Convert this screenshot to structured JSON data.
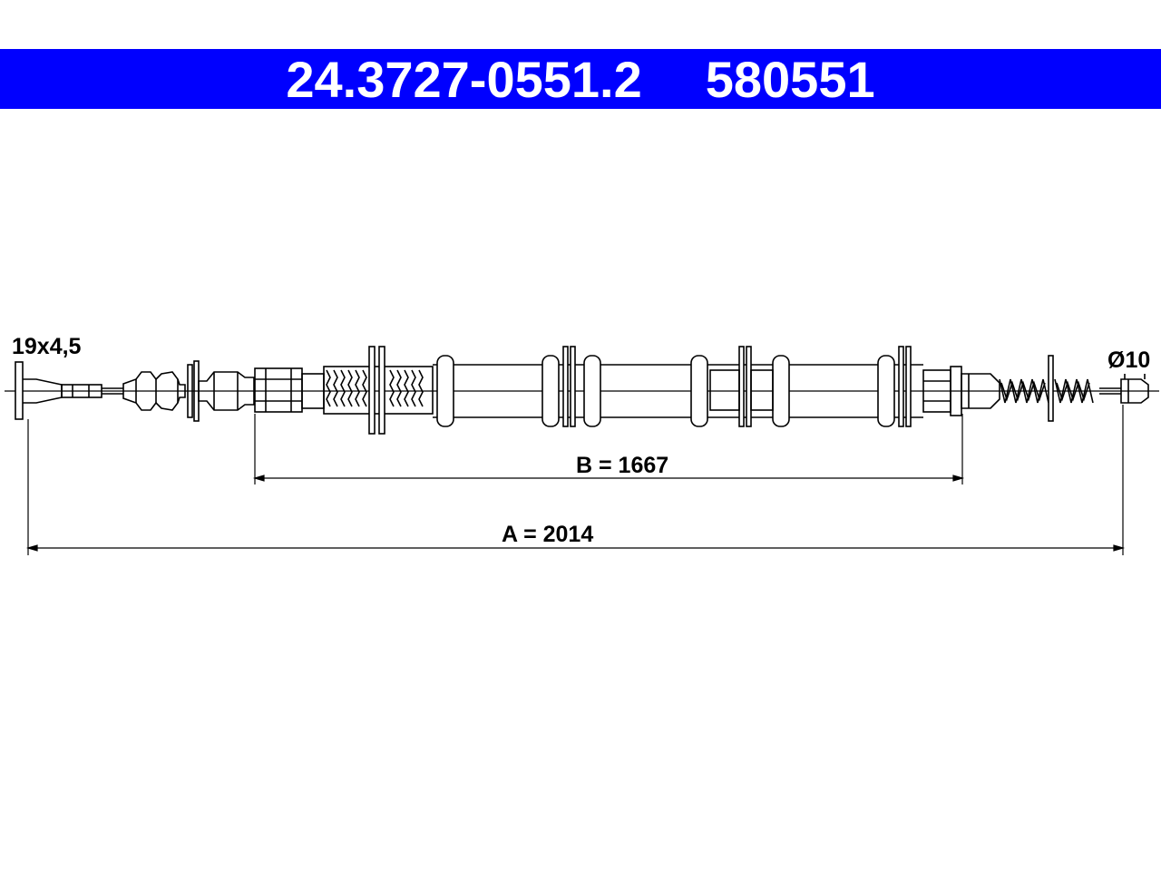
{
  "header": {
    "part_number": "24.3727-0551.2",
    "reference_number": "580551",
    "background_color": "#0000ff",
    "text_color": "#ffffff"
  },
  "drawing": {
    "left_end_label": "19x4,5",
    "right_end_label": "Ø10",
    "dimension_b_label": "B = 1667",
    "dimension_a_label": "A = 2014",
    "line_color": "#000000"
  }
}
